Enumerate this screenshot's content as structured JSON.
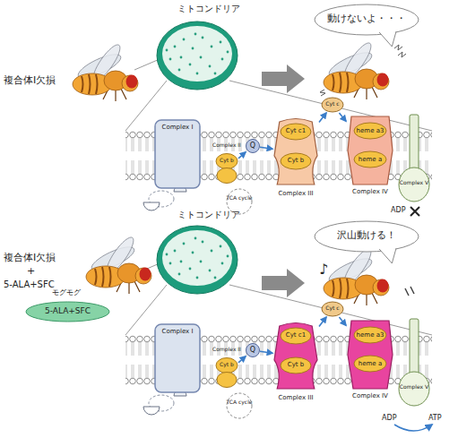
{
  "diagram": {
    "nodes": [
      {
        "text": [
          "動けないよ・・・"
        ]
      },
      {
        "text": [
          "Complex I"
        ]
      },
      {
        "text": [
          "Complex II",
          "Cyt b"
        ]
      },
      {
        "text": [
          "TCA cycle"
        ]
      },
      {
        "text": [
          "Q"
        ]
      },
      {
        "text": [
          "Cyt c1",
          "Cyt b",
          "Complex III"
        ]
      },
      {
        "text": [
          "Cyt c"
        ]
      },
      {
        "text": [
          "heme a3",
          "heme a",
          "Complex IV"
        ]
      },
      {
        "text": [
          "Complex V"
        ]
      },
      {
        "text": [
          "沢山動ける！"
        ]
      },
      {
        "text": [
          "5-ALA+SFC"
        ]
      },
      {
        "text": [
          "Complex I"
        ]
      },
      {
        "text": [
          "Complex II",
          "Cyt b"
        ]
      },
      {
        "text": [
          "TCA cycle"
        ]
      },
      {
        "text": [
          "Q"
        ]
      },
      {
        "text": [
          "Cyt c1",
          "Cyt b",
          "Complex III"
        ]
      },
      {
        "text": [
          "Cyt c"
        ]
      },
      {
        "text": [
          "heme a3",
          "heme a",
          "Complex IV"
        ]
      },
      {
        "text": [
          "Complex V"
        ]
      }
    ],
    "edges": [
      {
        "from": 2,
        "to": 4,
        "arrow": "to"
      },
      {
        "from": 4,
        "to": 5,
        "arrow": "to"
      },
      {
        "from": 5,
        "to": 6,
        "arrow": "to"
      },
      {
        "from": 6,
        "to": 7,
        "arrow": "to"
      },
      {
        "from": 12,
        "to": 14,
        "arrow": "to"
      },
      {
        "from": 14,
        "to": 15,
        "arrow": "to"
      },
      {
        "from": 15,
        "to": 16,
        "arrow": "to"
      },
      {
        "from": 16,
        "to": 17,
        "arrow": "to"
      }
    ],
    "labels": [
      "ミトコンドリア",
      "複合体I欠損",
      "ADP",
      "ミトコンドリア",
      "複合体I欠損",
      "+",
      "5-ALA+SFC",
      "モグモグ",
      "♪",
      "ADP",
      "ATP"
    ]
  }
}
